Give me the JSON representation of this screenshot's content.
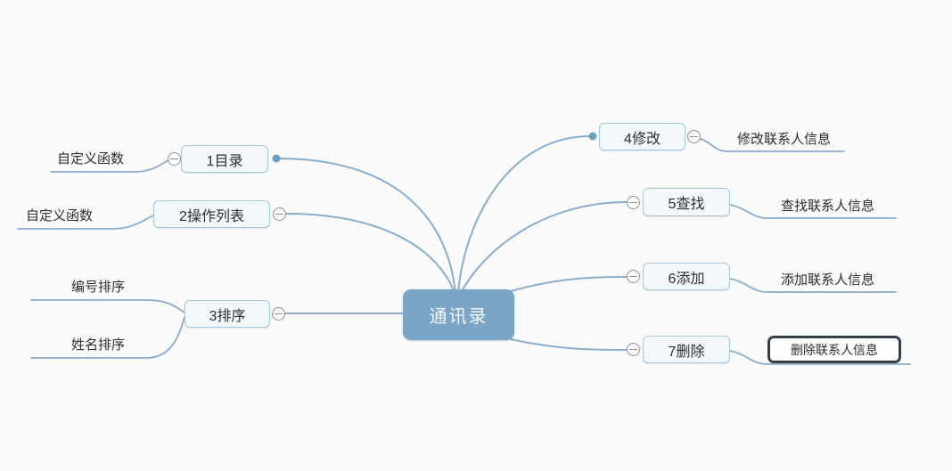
{
  "canvas": {
    "background": "#fafafa"
  },
  "colors": {
    "root_fill": "#7ba5c6",
    "root_text": "#f4f8fb",
    "branch_fill": "#f3f8fc",
    "branch_border": "#a7c6df",
    "branch_text": "#2d2d2d",
    "connector_line": "#8aadcb",
    "expander_border": "#8f8f8f",
    "connection_dot": "#6f9ec3",
    "selected_outline": "#334049"
  },
  "root": {
    "label": "通讯录"
  },
  "left_branches": [
    {
      "label": "1目录",
      "children": [
        {
          "label": "自定义函数"
        }
      ]
    },
    {
      "label": "2操作列表",
      "children": [
        {
          "label": "自定义函数"
        }
      ]
    },
    {
      "label": "3排序",
      "children": [
        {
          "label": "编号排序"
        },
        {
          "label": "姓名排序"
        }
      ]
    }
  ],
  "right_branches": [
    {
      "label": "4修改",
      "children": [
        {
          "label": "修改联系人信息"
        }
      ]
    },
    {
      "label": "5查找",
      "children": [
        {
          "label": "查找联系人信息"
        }
      ]
    },
    {
      "label": "6添加",
      "children": [
        {
          "label": "添加联系人信息"
        }
      ]
    },
    {
      "label": "7删除",
      "children": [
        {
          "label": "删除联系人信息",
          "selected": true
        }
      ]
    }
  ]
}
